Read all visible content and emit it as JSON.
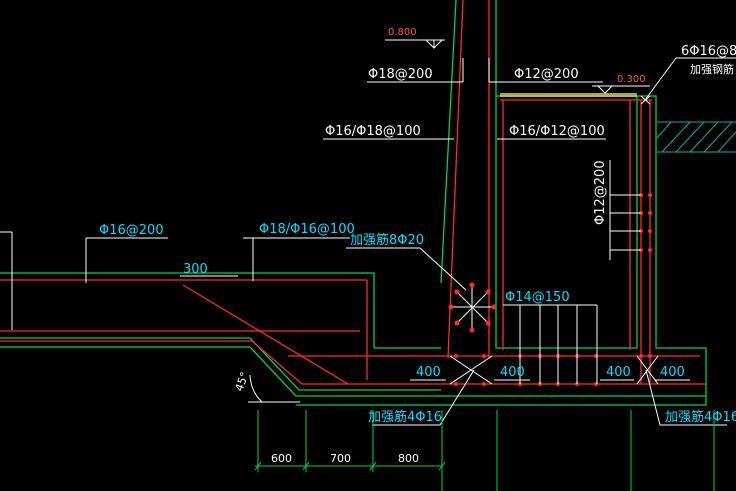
{
  "colors": {
    "background": "#000000",
    "concrete": "#00d24a",
    "rebar": "#ff2a2a",
    "annotation": "#ffffff",
    "cyan_text": "#00e0ff",
    "elevation": "#ff5a3a",
    "hatch": "#00b4a0",
    "ground": "#d8d050"
  },
  "elevations": {
    "top_wall": "0.800",
    "top_right": "0.300"
  },
  "rebar_labels": {
    "wall_left_vertical": "Φ18@200",
    "wall_right_vertical": "Φ12@200",
    "wall_left_horizontal": "Φ16/Φ18@100",
    "wall_right_horizontal": "Φ16/Φ12@100",
    "slab_top_left": "Φ16@200",
    "slab_top_mid": "Φ18/Φ16@100",
    "add_bar_corner": "加强筋8Φ20",
    "pit_side_vertical": "Φ12@200",
    "pit_bottom": "Φ14@150",
    "top_corner_count": "6Φ16@8",
    "top_corner_note": "加强钢筋",
    "add_bar_bottom_left": "加强筋4Φ16",
    "add_bar_bottom_right": "加强筋4Φ16"
  },
  "dimensions": {
    "anchor_len": "300",
    "d400_a": "400",
    "d400_b": "400",
    "d400_c": "400",
    "d400_d": "400",
    "dim_600": "600",
    "dim_700": "700",
    "dim_800": "800",
    "angle": "45°"
  }
}
